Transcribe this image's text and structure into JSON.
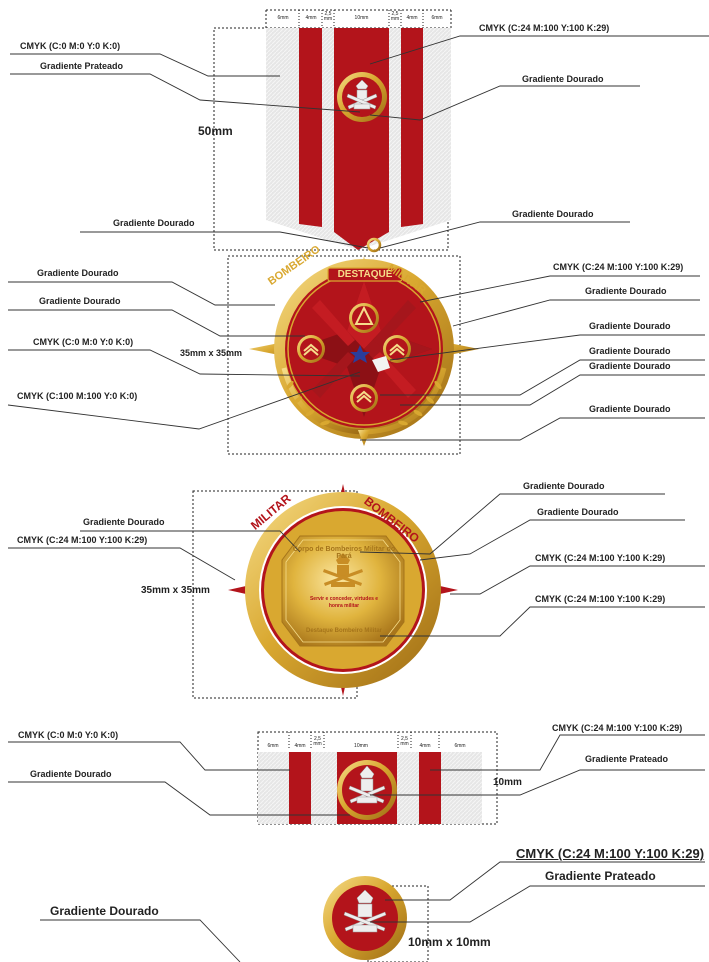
{
  "colors": {
    "red": "#b3141b",
    "dark_red": "#8c1015",
    "gold": "#d9a830",
    "gold_dark": "#a5741a",
    "gold_light": "#f6dd8a",
    "silver": "#e4e4e4",
    "blue": "#2a3d9c"
  },
  "section1": {
    "stripe_widths": [
      "6mm",
      "4mm",
      "2,5\nmm",
      "10mm",
      "2,5\nmm",
      "4mm",
      "6mm"
    ],
    "height_label": "50mm",
    "labels": {
      "cmyk_white": "CMYK (C:0 M:0 Y:0 K:0)",
      "silver": "Gradiente Prateado",
      "cmyk_red": "CMYK (C:24 M:100 Y:100 K:29)",
      "gold_right": "Gradiente Dourado",
      "gold_ring_left": "Gradiente Dourado",
      "gold_ring_right": "Gradiente Dourado"
    }
  },
  "section2": {
    "size_label": "35mm x 35mm",
    "banner": "DESTAQUE",
    "ring_left": "BOMBEIRO",
    "ring_right": "MILITAR",
    "labels": {
      "l1": "Gradiente Dourado",
      "l2": "Gradiente Dourado",
      "l3": "CMYK (C:0 M:0 Y:0 K:0)",
      "l4": "CMYK (C:100 M:100 Y:0 K:0)",
      "r1": "CMYK (C:24 M:100 Y:100 K:29)",
      "r2": "Gradiente Dourado",
      "r3": "Gradiente Dourado",
      "r4": "Gradiente Dourado",
      "r5": "Gradiente Dourado",
      "r6": "Gradiente Dourado"
    }
  },
  "section3": {
    "size_label": "35mm x 35mm",
    "ring_left": "MILITAR",
    "ring_right": "BOMBEIRO",
    "plate_top": "Corpo de Bombeiros Militar do Pará",
    "motto": "Servir e conceder, virtudes e honra militar",
    "plate_bottom": "Destaque Bombeiro Militar",
    "labels": {
      "l1": "Gradiente Dourado",
      "l2": "CMYK (C:24 M:100 Y:100 K:29)",
      "r1": "Gradiente Dourado",
      "r2": "Gradiente Dourado",
      "r3": "CMYK (C:24 M:100 Y:100 K:29)",
      "r4": "CMYK (C:24 M:100 Y:100 K:29)"
    }
  },
  "section4": {
    "stripe_widths": [
      "6mm",
      "4mm",
      "2,5\nmm",
      "10mm",
      "2,5\nmm",
      "4mm",
      "6mm"
    ],
    "height_label": "10mm",
    "labels": {
      "l1": "CMYK (C:0 M:0 Y:0 K:0)",
      "l2": "Gradiente Dourado",
      "r1": "CMYK (C:24 M:100 Y:100 K:29)",
      "r2": "Gradiente Prateado"
    }
  },
  "section5": {
    "size_label": "10mm x 10mm",
    "labels": {
      "l1": "Gradiente Dourado",
      "r1": "CMYK (C:24 M:100 Y:100 K:29)",
      "r2": "Gradiente Prateado"
    }
  }
}
